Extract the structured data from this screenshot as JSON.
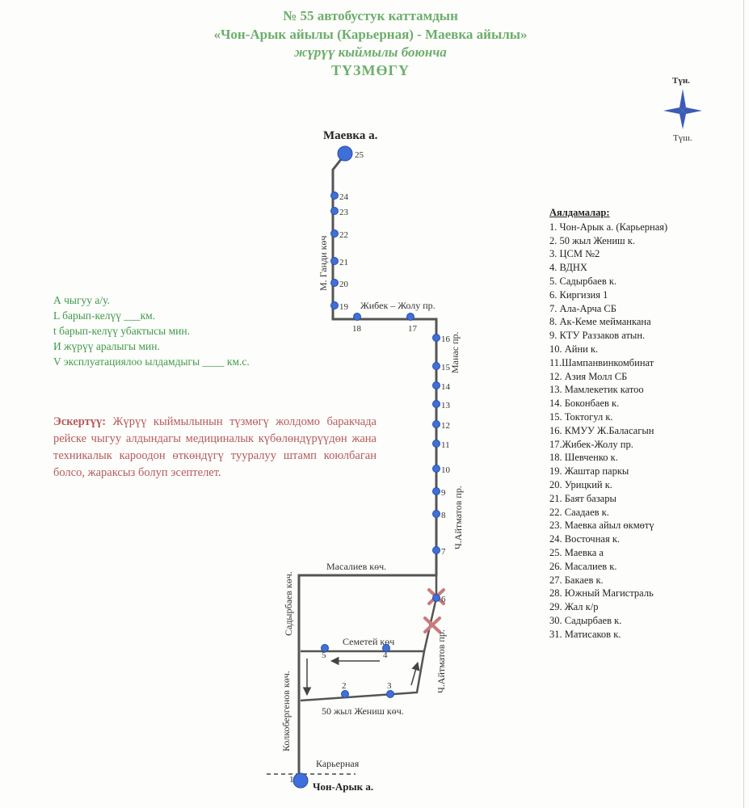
{
  "title": {
    "line1": "№ 55  автобустук каттамдын",
    "line2": "«Чон-Арык айылы (Карьерная) - Маевка айылы»",
    "line3": "жүрүү кыймылы боюнча",
    "line4": "ТҮЗМӨГҮ"
  },
  "compass": {
    "north": "Түн.",
    "south": "Түш."
  },
  "params": [
    "А чыгуу  а/у.",
    "L барып-келүү  ___км.",
    "t барып-келүү убактысы     мин.",
    "И жүрүү аралыгы          мин.",
    "V эксплуатациялоо ылдамдыгы ____ км.с."
  ],
  "note": {
    "label": "Эскертүү:",
    "text": " Жүрүү кыймылынын түзмөгү жолдомо баракчада рейске чыгуу алдындагы медициналык күбөлөндүрүүдөн жана техникалык кароодон өткөндүгү тууралуу штамп коюлбаган болсо, жараксыз болуп эсептелет."
  },
  "stops_header": "Аялдамалар:",
  "stops": [
    "1. Чон-Арык а. (Карьерная)",
    "2. 50 жыл Жениш к.",
    "3. ЦСМ №2",
    "4. ВДНХ",
    "5. Садырбаев к.",
    "6. Киргизия 1",
    "7. Ала-Арча СБ",
    "8. Ак-Кеме мейманкана",
    "9. КТУ Раззаков атын.",
    "10. Айни к.",
    "11.Шампанвинкомбинат",
    "12. Азия Молл СБ",
    "13. Мамлекетик катоо",
    "14. Боконбаев к.",
    "15. Токтогул к.",
    "16. КМУУ Ж.Баласагын",
    "17.Жибек-Жолу пр.",
    "18. Шевченко к.",
    "19. Жаштар паркы",
    "20. Урицкий к.",
    "21. Баят базары",
    "22. Саадаев к.",
    "23. Маевка айыл өкмөтү",
    "24. Восточная к.",
    "25. Маевка а",
    "26. Масалиев к.",
    "27. Бакаев к.",
    "28. Южный Магистраль",
    "29. Жал к/р",
    "30. Садырбаев к.",
    "31. Матисаков к."
  ],
  "map": {
    "route_color": "#555555",
    "stop_color": "#3f6fd8",
    "cross_color": "#c97a7a",
    "places": {
      "end_north": "Маевка а.",
      "end_south": "Чон-Арык а."
    },
    "streets": {
      "gandi": "М. Ганди көч",
      "jibek": "Жибек – Жолу пр.",
      "manas": "Манас пр.",
      "aitmatov_upper": "Ч.Айтматов пр.",
      "masaliev": "Масалиев көч.",
      "sadyrbaev": "Садырбаев көч.",
      "semetey": "Семетей көч",
      "aitmatov_lower": "Ч.Айтматов пр.",
      "kolkobergenov": "Колкобергенов көч.",
      "jenish": "50 жыл Жениш көч.",
      "karyernaya": "Карьерная"
    },
    "stop_numbers": [
      "1",
      "2",
      "3",
      "4",
      "5",
      "6",
      "7",
      "8",
      "9",
      "10",
      "11",
      "12",
      "13",
      "14",
      "15",
      "16",
      "17",
      "18",
      "19",
      "20",
      "21",
      "22",
      "23",
      "24",
      "25"
    ]
  }
}
